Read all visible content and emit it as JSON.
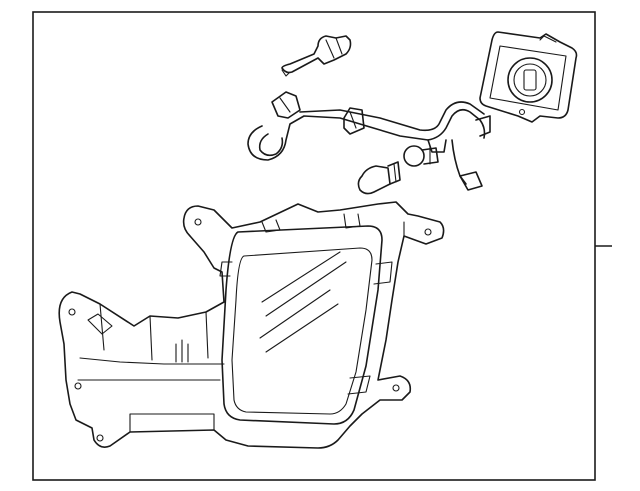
{
  "diagram": {
    "background": "#ffffff",
    "line_color": "#1a1a1a",
    "parts": [
      "bracket-clip",
      "bulb-socket",
      "wiring-harness",
      "bulb",
      "ballast-module",
      "headlamp-housing"
    ]
  }
}
